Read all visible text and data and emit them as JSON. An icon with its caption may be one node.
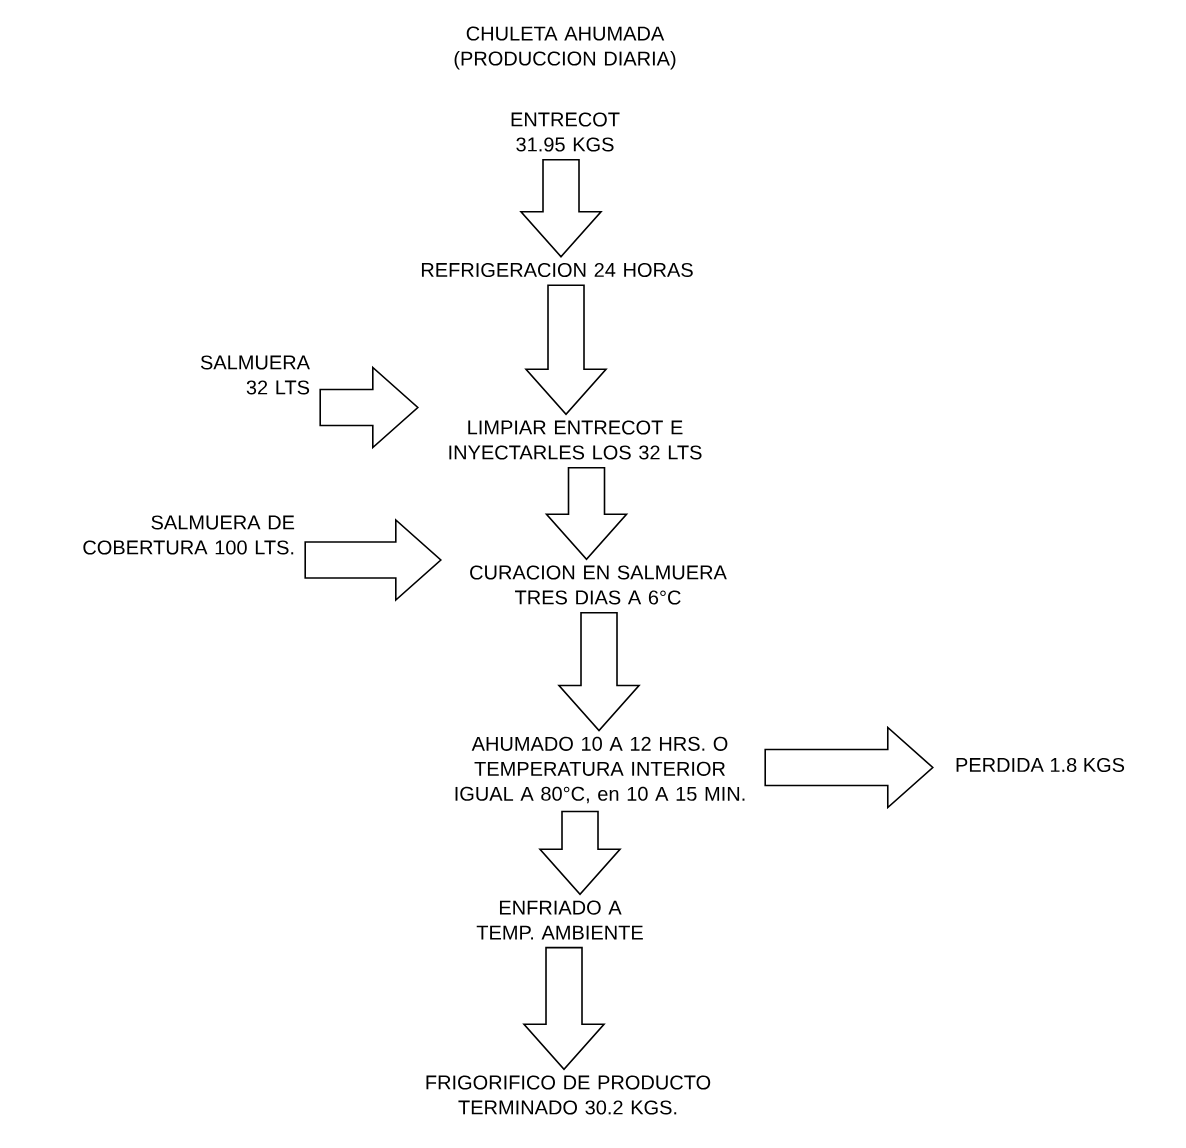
{
  "diagram": {
    "title": "CHULETA AHUMADA (PRODUCCION DIARIA)",
    "nodes": [
      {
        "text": [
          "ENTRECOT 31.95 KGS"
        ]
      },
      {
        "text": [
          "REFRIGERACION 24 HORAS"
        ]
      },
      {
        "text": [
          "SALMUERA 32 LTS"
        ]
      },
      {
        "text": [
          "LIMPIAR ENTRECOT E INYECTARLES LOS 32 LTS"
        ]
      },
      {
        "text": [
          "SALMUERA DE COBERTURA 100 LTS."
        ]
      },
      {
        "text": [
          "CURACION EN SALMUERA TRES DIAS A 6°C"
        ]
      },
      {
        "text": [
          "AHUMADO 10 A 12 HRS. O TEMPERATURA INTERIOR IGUAL A 80°C, en 10 A 15 MIN."
        ]
      },
      {
        "text": [
          "PERDIDA 1.8 KGS"
        ]
      },
      {
        "text": [
          "ENFRIADO A TEMP. AMBIENTE"
        ]
      },
      {
        "text": [
          "FRIGORIFICO DE PRODUCTO TERMINADO 30.2 KGS."
        ]
      }
    ],
    "edges": [
      {
        "from": 0,
        "to": 1,
        "arrow": "to"
      },
      {
        "from": 1,
        "to": 3,
        "arrow": "to"
      },
      {
        "from": 2,
        "to": 3,
        "arrow": "to"
      },
      {
        "from": 3,
        "to": 5,
        "arrow": "to"
      },
      {
        "from": 4,
        "to": 5,
        "arrow": "to"
      },
      {
        "from": 5,
        "to": 6,
        "arrow": "to"
      },
      {
        "from": 6,
        "to": 7,
        "arrow": "to"
      },
      {
        "from": 6,
        "to": 8,
        "arrow": "to"
      },
      {
        "from": 8,
        "to": 9,
        "arrow": "to"
      }
    ]
  }
}
